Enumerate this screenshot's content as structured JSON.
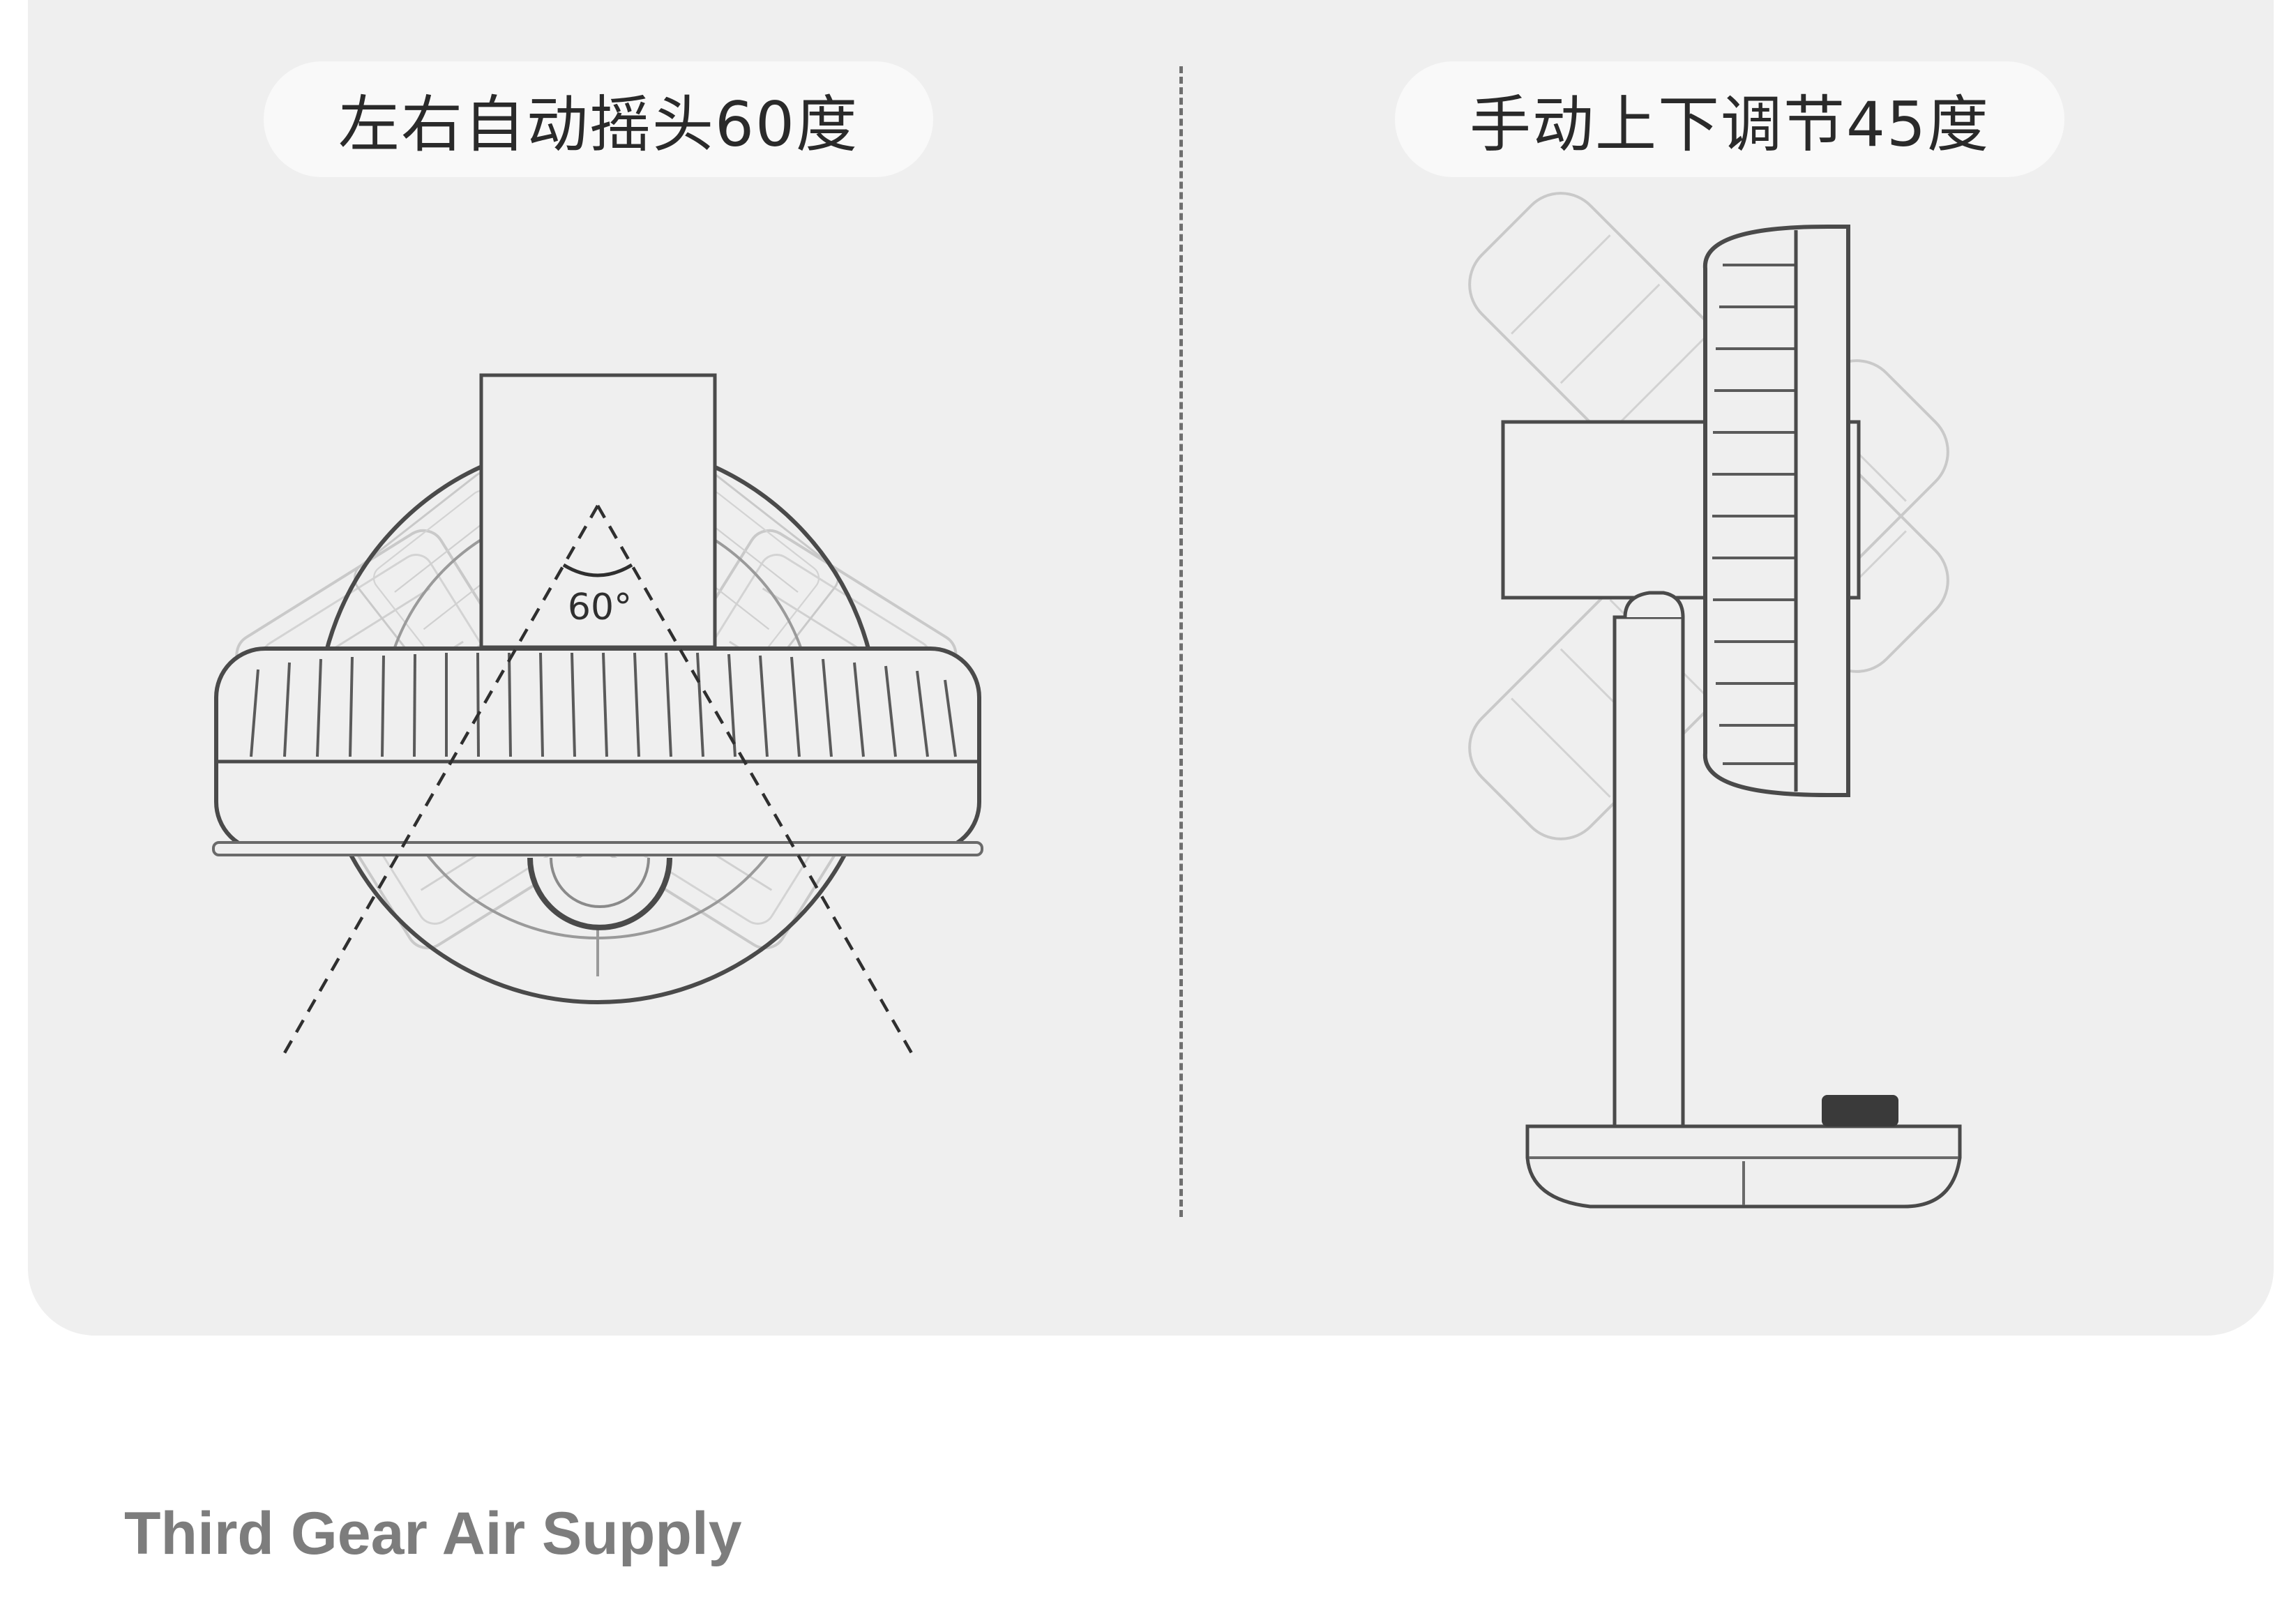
{
  "labels": {
    "oscillation": "左右自动摇头60度",
    "tilt": "手动上下调节45度",
    "angle": "60°"
  },
  "footer": {
    "title": "Third Gear Air Supply"
  },
  "colors": {
    "panel": "#efefef",
    "pill": "#f9f9f9",
    "line_dark": "#4a4a4a",
    "line_light": "#c4c4c4",
    "footer_text": "#7d7d7d"
  }
}
